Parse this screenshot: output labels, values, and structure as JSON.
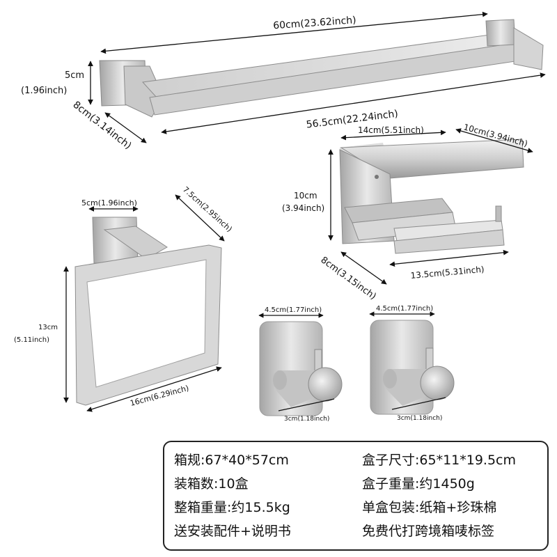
{
  "towel_bar": {
    "length_outer": "60cm(23.62inch)",
    "length_inner": "56.5cm(22.24inch)",
    "height_cm": "5cm",
    "height_in": "(1.96inch)",
    "depth": "8cm(3.14inch)"
  },
  "paper_holder": {
    "width": "14cm(5.51inch)",
    "shelf_depth": "10cm(3.94inch)",
    "height_cm": "10cm",
    "height_in": "(3.94inch)",
    "depth": "8cm(3.15inch)",
    "bar_width": "13.5cm(5.31inch)"
  },
  "towel_ring": {
    "base_width": "5cm(1.96inch)",
    "projection": "7.5cm(2.95inch)",
    "height_cm": "13cm",
    "height_in": "(5.11inch)",
    "width": "16cm(6.29inch)"
  },
  "hooks": [
    {
      "plate_width": "4.5cm(1.77inch)",
      "hook_length": "3cm(1.18inch)"
    },
    {
      "plate_width": "4.5cm(1.77inch)",
      "hook_length": "3cm(1.18inch)"
    }
  ],
  "specs": {
    "carton_size": "箱规:67*40*57cm",
    "box_size": "盒子尺寸:65*11*19.5cm",
    "qty_per_carton": "装箱数:10盒",
    "box_weight": "盒子重量:约1450g",
    "carton_weight": "整箱重量:约15.5kg",
    "packaging": "单盒包装:纸箱+珍珠棉",
    "accessories": "送安装配件+说明书",
    "labeling": "免费代打跨境箱唛标签"
  },
  "colors": {
    "metal_light": "#e6e6e6",
    "metal_mid": "#c4c4c4",
    "metal_dark": "#8e8e8e",
    "line": "#111111"
  }
}
